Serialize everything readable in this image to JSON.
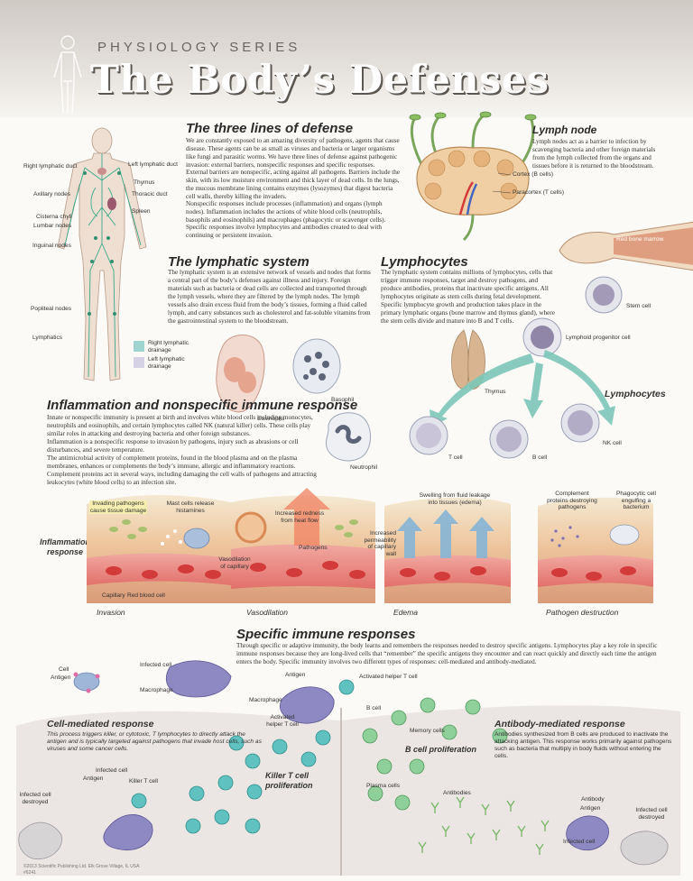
{
  "header": {
    "series": "PHYSIOLOGY SERIES",
    "title": "The Body’s Defenses"
  },
  "body_figure": {
    "labels": [
      "Right lymphatic duct",
      "Left lymphatic duct",
      "Thymus",
      "Axillary nodes",
      "Thoracic duct",
      "Spleen",
      "Cisterna chyli",
      "Lumbar nodes",
      "Inguinal nodes",
      "Popliteal nodes",
      "Lymphatics"
    ],
    "legend": [
      {
        "label": "Right lymphatic drainage",
        "color": "#9fd3cf"
      },
      {
        "label": "Left lymphatic drainage",
        "color": "#d6d2e6"
      }
    ]
  },
  "three_lines": {
    "title": "The three lines of defense",
    "p1": "We are constantly exposed to an amazing diversity of pathogens, agents that cause disease. These agents can be as small as viruses and bacteria or larger organisms like fungi and parasitic worms. We have three lines of defense against pathogenic invasion: external barriers, nonspecific responses and specific responses.",
    "p2": "External barriers are nonspecific, acting against all pathogens. Barriers include the skin, with its low moisture environment and thick layer of dead cells. In the lungs, the mucous membrane lining contains enzymes (lysozymes) that digest bacteria cell walls, thereby killing the invaders.",
    "p3": "Nonspecific responses include processes (inflammation) and organs (lymph nodes). Inflammation includes the actions of white blood cells (neutrophils, basophils and eosinophils) and macrophages (phagocytic or scavenger cells).",
    "p4": "Specific responses involve lymphocytes and antibodies created to deal with continuing or persistent invasion."
  },
  "lymph_node": {
    "title": "Lymph node",
    "text": "Lymph nodes act as a barrier to infection by scavenging bacteria and other foreign materials from the lymph collected from the organs and tissues before it is returned to the bloodstream.",
    "cortex": "Cortex (B cells)",
    "paracortex": "Paracortex (T cells)"
  },
  "lymphatic_system": {
    "title": "The lymphatic system",
    "text": "The lymphatic system is an extensive network of vessels and nodes that forms a central part of the body’s defenses against illness and injury. Foreign materials such as bacteria or dead cells are collected and transported through the lymph vessels, where they are filtered by the lymph nodes. The lymph vessels also drain excess fluid from the body’s tissues, forming a fluid called lymph, and carry substances such as cholesterol and fat-soluble vitamins from the gastrointestinal system to the bloodstream."
  },
  "lymphocytes": {
    "title": "Lymphocytes",
    "text": "The lymphatic system contains millions of lymphocytes, cells that trigger immune responses, target and destroy pathogens, and produce antibodies, proteins that inactivate specific antigens. All lymphocytes originate as stem cells during fetal development. Specific lymphocyte growth and production takes place in the primary lymphatic organs (bone marrow and thymus gland), where the stem cells divide and mature into B and T cells.",
    "red_bone_marrow": "Red bone marrow",
    "stem_cell": "Stem cell",
    "progenitor": "Lymphoid progenitor cell",
    "thymus": "Thymus",
    "subtitle": "Lymphocytes",
    "t_cell": "T cell",
    "b_cell": "B cell",
    "nk_cell": "NK cell"
  },
  "wbc": {
    "eosinophil": "Eosinophil",
    "basophil": "Basophil",
    "neutrophil": "Neutrophil"
  },
  "inflammation": {
    "title": "Inflammation and nonspecific immune response",
    "p1": "Innate or nonspecific immunity is present at birth and involves white blood cells including monocytes, neutrophils and eosinophils, and certain lymphocytes called NK (natural killer) cells. These cells play similar roles in attacking and destroying bacteria and other foreign substances.",
    "p2": "Inflammation is a nonspecific response to invasion by pathogens, injury such as abrasions or cell disturbances, and severe temperature.",
    "p3": "The antimicrobial activity of complement proteins, found in the blood plasma and on the plasma membranes, enhances or complements the body’s immune, allergic and inflammatory reactions. Complement proteins act in several ways, including damaging the cell walls of pathogens and attracting leukocytes (white blood cells) to an infection site.",
    "response_label": "Inflammation response",
    "panels": [
      {
        "caption": "Invasion",
        "labels": [
          "Invading pathogens cause tissue damage",
          "Mast cells release histamines",
          "Capillary",
          "Red blood cell"
        ]
      },
      {
        "caption": "Vasodilation",
        "labels": [
          "Increased redness from heat flow",
          "Vasodilation of capillary",
          "Pathogens"
        ]
      },
      {
        "caption": "Edema",
        "labels": [
          "Swelling from fluid leakage into tissues (edema)",
          "Increased permeability of capillary wall"
        ]
      },
      {
        "caption": "Pathogen destruction",
        "labels": [
          "Complement proteins destroying pathogens",
          "Phagocytic cell engulfing a bacterium"
        ]
      }
    ]
  },
  "specific": {
    "title": "Specific immune responses",
    "text": "Through specific or adaptive immunity, the body learns and remembers the responses needed to destroy specific antigens. Lymphocytes play a key role in specific immune responses because they are long-lived cells that “remember” the specific antigens they encounter and can react quickly and directly each time the antigen enters the body. Specific immunity involves two different types of responses: cell-mediated and antibody-mediated.",
    "labels": {
      "cell": "Cell",
      "antigen": "Antigen",
      "infected_cell": "Infected cell",
      "macrophage": "Macrophage",
      "antigen2": "Antigen",
      "activated_helper": "Activated helper T cell",
      "macrophage2": "Macrophage",
      "activated_helper2": "Activated helper T cell",
      "b_cell": "B cell",
      "memory_cells": "Memory cells",
      "plasma_cells": "Plasma cells",
      "antibodies": "Antibodies",
      "infected_cell2": "Infected cell",
      "antigen3": "Antigen",
      "killer_t": "Killer T cell",
      "infected_destroyed": "Infected cell destroyed",
      "antibody": "Antibody",
      "antigen4": "Antigen",
      "infected_cell3": "Infected cell",
      "infected_destroyed2": "Infected cell destroyed"
    },
    "cell_mediated": {
      "title": "Cell-mediated response",
      "text": "This process triggers killer, or cytotoxic, T lymphocytes to directly attack the antigen and is typically targeted against pathogens that invade host cells, such as viruses and some cancer cells."
    },
    "killer_prolif": "Killer T cell proliferation",
    "b_prolif": "B cell proliferation",
    "antibody_mediated": {
      "title": "Antibody-mediated response",
      "text": "Antibodies synthesized from B cells are produced to inactivate the attacking antigen. This response works primarily against pathogens such as bacteria that multiply in body fluids without entering the cells."
    }
  },
  "footer": {
    "copyright": "©2013 Scientific Publishing Ltd. Elk Grove Village, IL USA",
    "code": "#6241"
  },
  "colors": {
    "teal": "#5fc2c0",
    "green_cell": "#8fcf9a",
    "blood_red": "#d33a3a",
    "tissue": "#e9b88f"
  }
}
